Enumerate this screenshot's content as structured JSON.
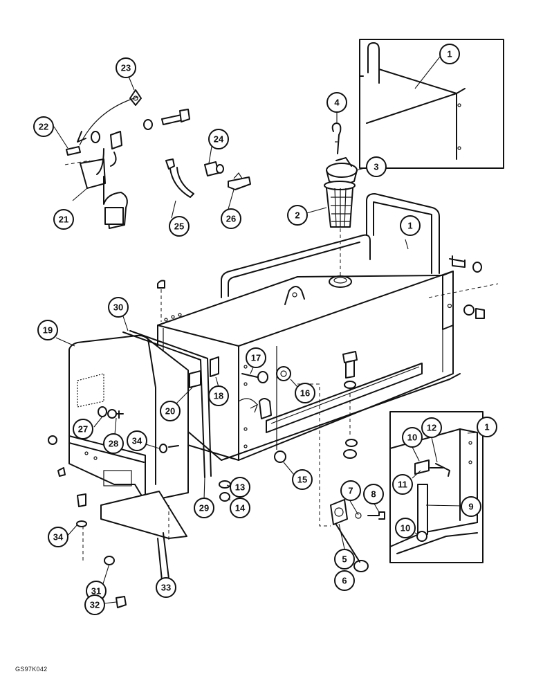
{
  "drawing_code": "GS97K042",
  "callouts": [
    "1",
    "2",
    "3",
    "4",
    "5",
    "6",
    "7",
    "8",
    "9",
    "10",
    "11",
    "12",
    "13",
    "14",
    "15",
    "16",
    "17",
    "18",
    "19",
    "20",
    "21",
    "22",
    "23",
    "24",
    "25",
    "26",
    "27",
    "28",
    "29",
    "30",
    "31",
    "32",
    "33",
    "34"
  ]
}
